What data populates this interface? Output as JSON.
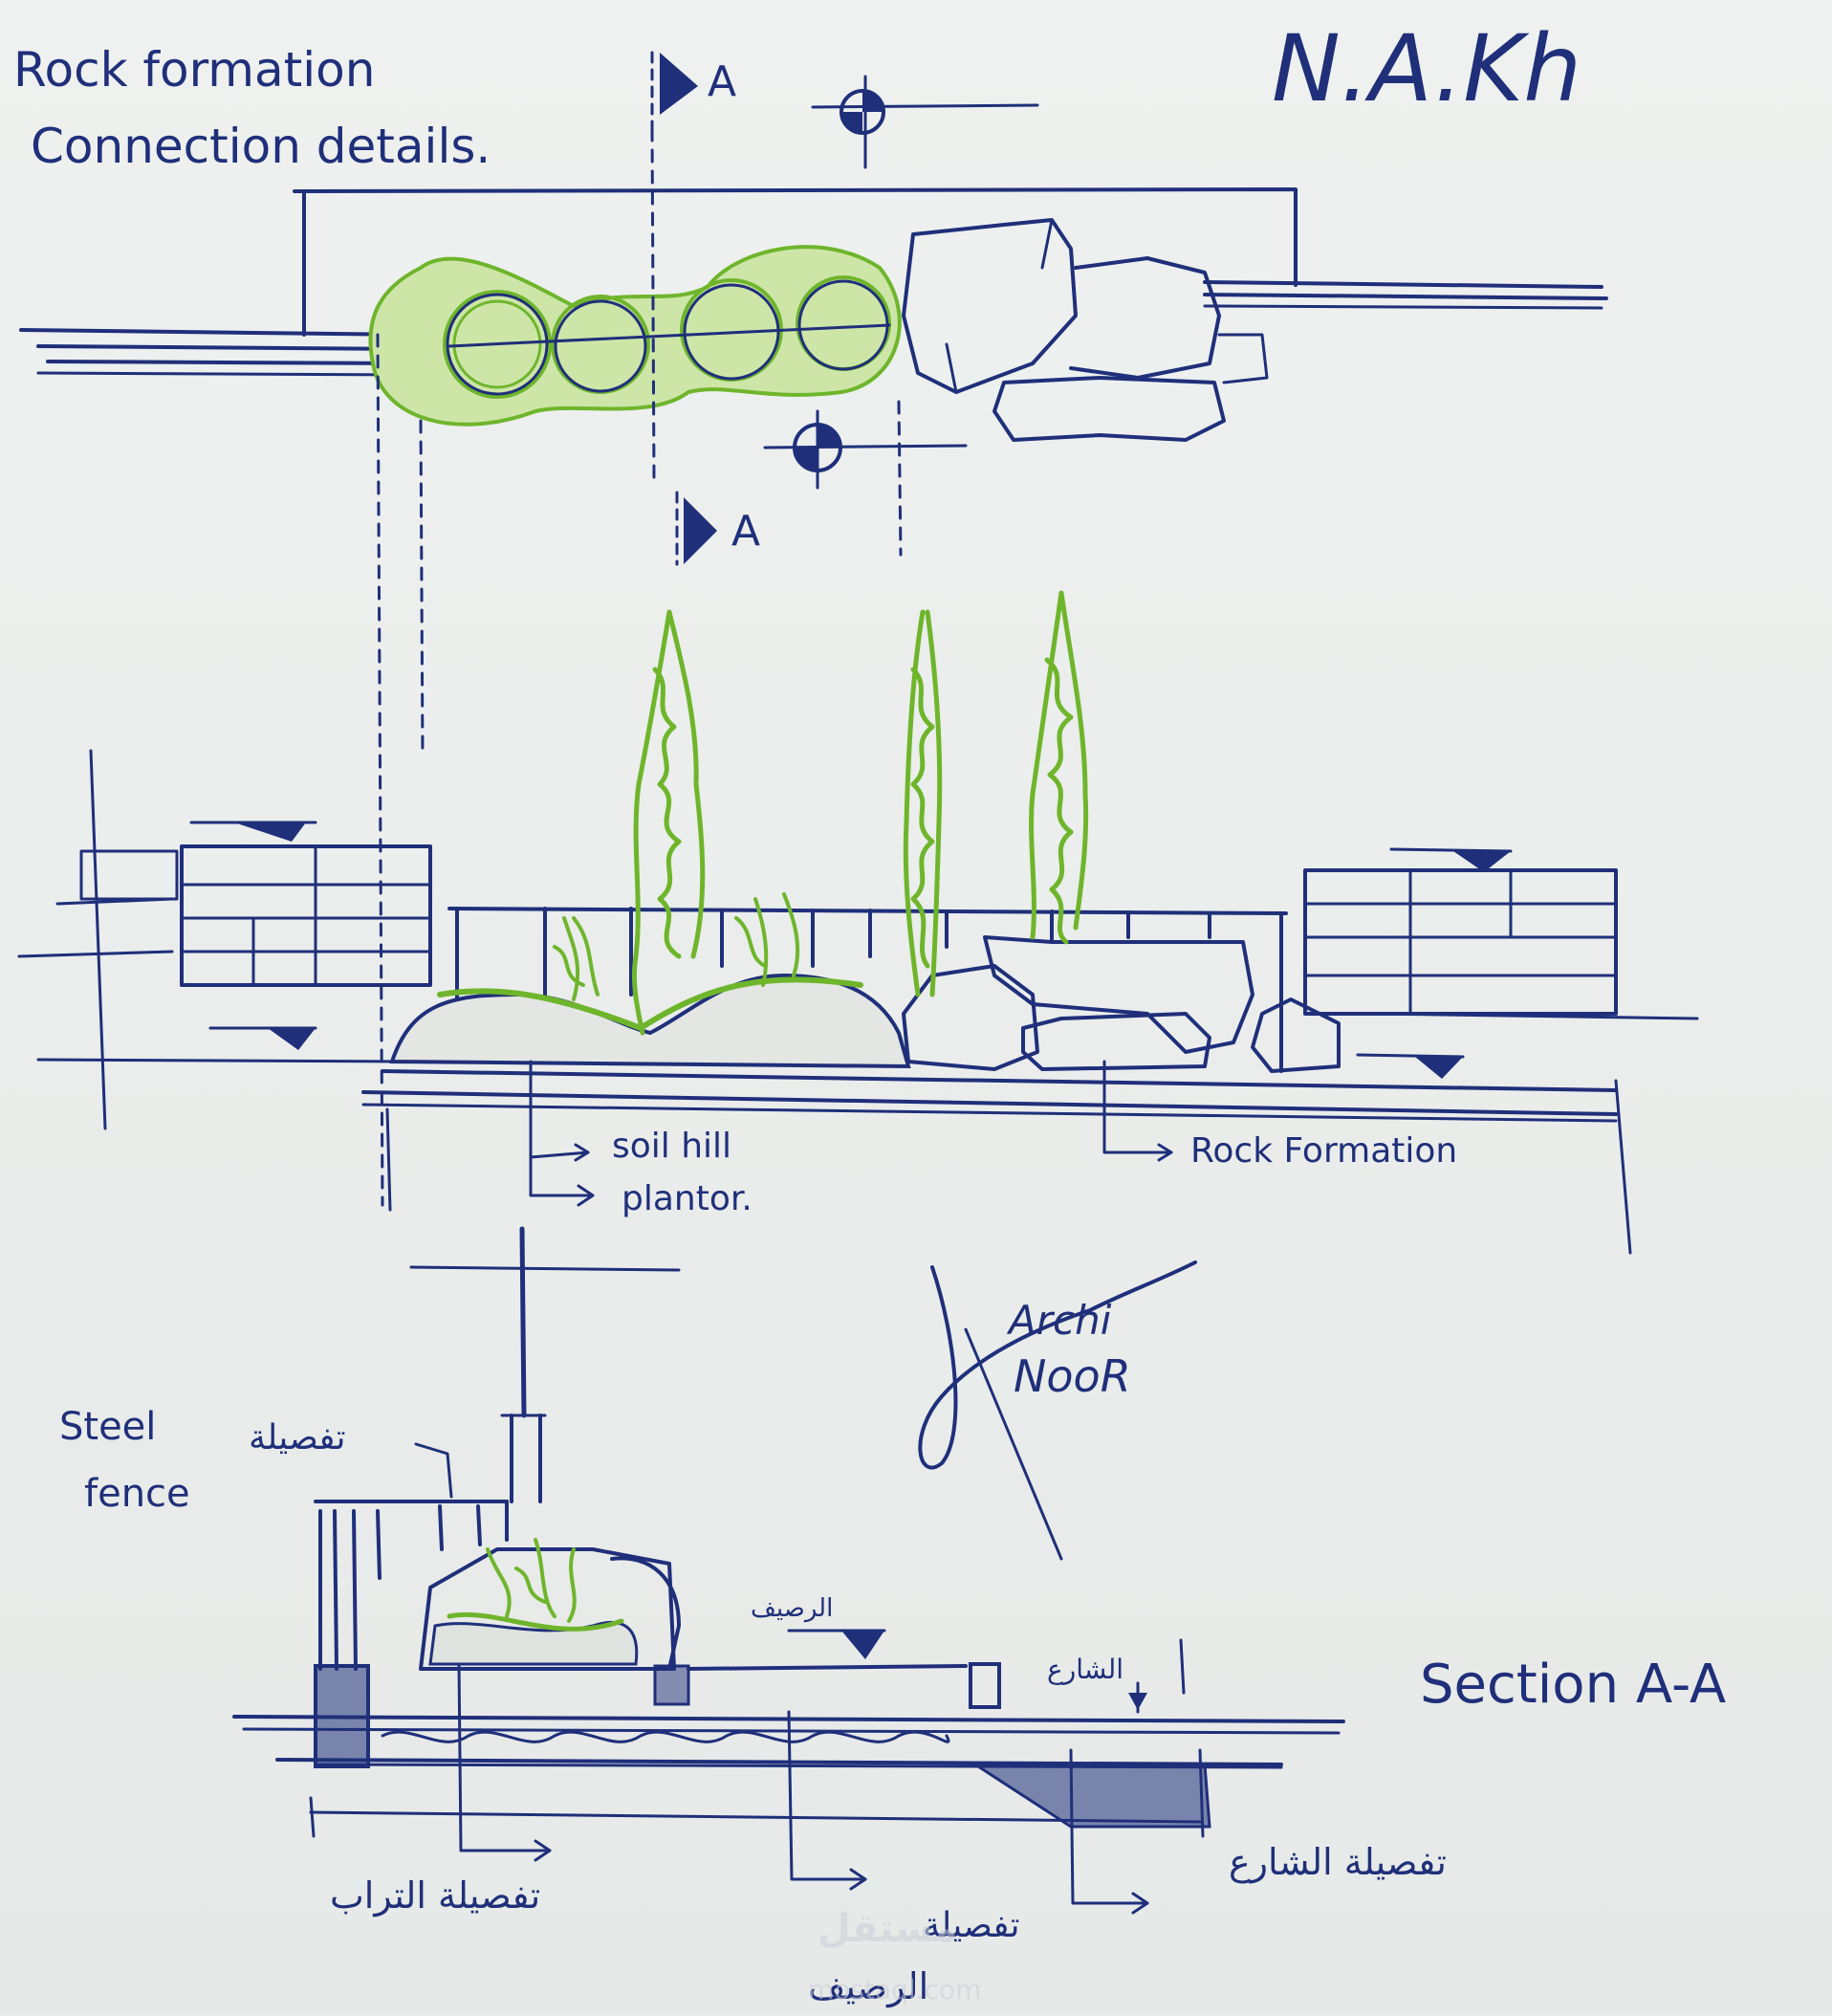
{
  "header": {
    "title_line1": "Rock formation",
    "title_line2": "Connection details.",
    "initials": "N.A.Kh"
  },
  "plan": {
    "section_marker_top": "A",
    "section_marker_bottom": "A"
  },
  "elevation": {
    "labels": {
      "soil_hill": "soil hill",
      "planter": "plantor.",
      "rock_formation": "Rock Formation"
    }
  },
  "section": {
    "title": "Section A-A",
    "labels": {
      "steel_fence_1": "Steel",
      "steel_fence_2": "fence",
      "fence_detail_ar": "تفصيلة",
      "sidewalk_ar": "الرصيف",
      "street_ar": "الشارع",
      "soil_detail_ar": "تفصيلة التراب",
      "sidewalk_detail_ar_1": "تفصيلة",
      "sidewalk_detail_ar_2": "الرصيف",
      "street_detail_ar": "تفصيلة الشارع"
    }
  },
  "signature": {
    "line1": "Archi",
    "line2": "NooR"
  },
  "watermark": {
    "ar": "مستقل",
    "latin": "mostaql.com"
  },
  "colors": {
    "ink": "#1f2f7a",
    "green": "#6fb52c",
    "paper": "#eef1ef"
  }
}
